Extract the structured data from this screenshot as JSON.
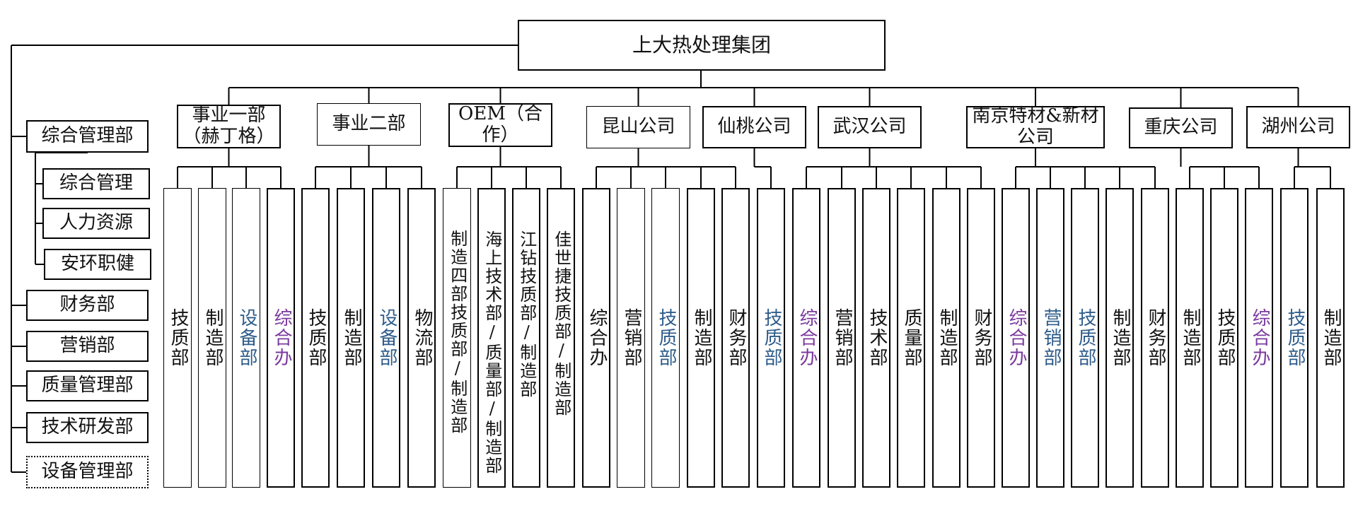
{
  "root": {
    "label": "上大热处理集团"
  },
  "left_departments": [
    {
      "label": "综合管理部"
    },
    {
      "label": "综合管理"
    },
    {
      "label": "人力资源"
    },
    {
      "label": "安环职健"
    },
    {
      "label": "财务部"
    },
    {
      "label": "营销部"
    },
    {
      "label": "质量管理部"
    },
    {
      "label": "技术研发部"
    },
    {
      "label": "设备管理部"
    }
  ],
  "units": [
    {
      "label": "事业一部（赫丁格）"
    },
    {
      "label": "事业二部"
    },
    {
      "label": "OEM（合作）"
    },
    {
      "label": "昆山公司"
    },
    {
      "label": "仙桃公司"
    },
    {
      "label": "武汉公司"
    },
    {
      "label": "南京特材&新材公司"
    },
    {
      "label": "重庆公司"
    },
    {
      "label": "湖州公司"
    }
  ],
  "colors": {
    "black": "#111111",
    "blue": "#2e5c8a",
    "purple": "#7b3a9e"
  },
  "sub_departments": [
    {
      "label": "技质部",
      "unit": 0,
      "color": "black"
    },
    {
      "label": "制造部",
      "unit": 0,
      "color": "black"
    },
    {
      "label": "设备部",
      "unit": 0,
      "color": "blue"
    },
    {
      "label": "综合办",
      "unit": 0,
      "color": "purple"
    },
    {
      "label": "技质部",
      "unit": 1,
      "color": "black"
    },
    {
      "label": "制造部",
      "unit": 1,
      "color": "black"
    },
    {
      "label": "设备部",
      "unit": 1,
      "color": "blue"
    },
    {
      "label": "物流部",
      "unit": 1,
      "color": "black"
    },
    {
      "label": "制造四部技质部/制造部",
      "unit": 2,
      "color": "black"
    },
    {
      "label": "海上技术部/质量部/制造部",
      "unit": 2,
      "color": "black"
    },
    {
      "label": "江钻技质部/制造部",
      "unit": 2,
      "color": "black"
    },
    {
      "label": "佳世捷技质部/制造部",
      "unit": 2,
      "color": "black"
    },
    {
      "label": "综合办",
      "unit": 3,
      "color": "black"
    },
    {
      "label": "营销部",
      "unit": 3,
      "color": "black"
    },
    {
      "label": "技质部",
      "unit": 3,
      "color": "blue"
    },
    {
      "label": "制造部",
      "unit": 3,
      "color": "black"
    },
    {
      "label": "财务部",
      "unit": 3,
      "color": "black"
    },
    {
      "label": "技质部",
      "unit": 4,
      "color": "blue"
    },
    {
      "label": "综合办",
      "unit": 5,
      "color": "purple"
    },
    {
      "label": "营销部",
      "unit": 5,
      "color": "black"
    },
    {
      "label": "技术部",
      "unit": 5,
      "color": "black"
    },
    {
      "label": "质量部",
      "unit": 5,
      "color": "black"
    },
    {
      "label": "制造部",
      "unit": 5,
      "color": "black"
    },
    {
      "label": "财务部",
      "unit": 5,
      "color": "black"
    },
    {
      "label": "综合办",
      "unit": 6,
      "color": "purple"
    },
    {
      "label": "营销部",
      "unit": 6,
      "color": "blue"
    },
    {
      "label": "技质部",
      "unit": 6,
      "color": "blue"
    },
    {
      "label": "制造部",
      "unit": 6,
      "color": "black"
    },
    {
      "label": "财务部",
      "unit": 6,
      "color": "black"
    },
    {
      "label": "制造部",
      "unit": 7,
      "color": "black"
    },
    {
      "label": "技质部",
      "unit": 7,
      "color": "black"
    },
    {
      "label": "综合办",
      "unit": 7,
      "color": "purple"
    },
    {
      "label": "技质部",
      "unit": 8,
      "color": "blue"
    },
    {
      "label": "制造部",
      "unit": 8,
      "color": "black"
    }
  ]
}
